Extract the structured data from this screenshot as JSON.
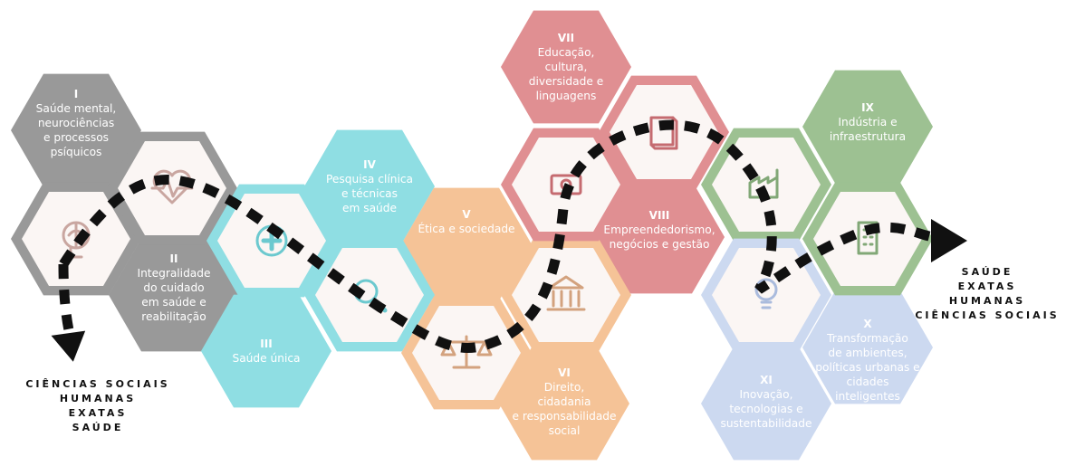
{
  "colors": {
    "gray": "#999999",
    "cyan": "#8fdee3",
    "peach": "#f5c397",
    "red": "#e08f92",
    "green": "#9dc192",
    "blue": "#ccd9f0",
    "inner": "#fbf6f4",
    "path": "#111111",
    "icon": "#c98982"
  },
  "areas": [
    {
      "id": "I",
      "lines": [
        "Saúde mental,",
        "neurociências",
        "e processos",
        "psíquicos"
      ]
    },
    {
      "id": "II",
      "lines": [
        "Integralidade",
        "do cuidado",
        "em saúde e",
        "reabilitação"
      ]
    },
    {
      "id": "III",
      "lines": [
        "Saúde única"
      ]
    },
    {
      "id": "IV",
      "lines": [
        "Pesquisa clínica",
        "e técnicas",
        "em saúde"
      ]
    },
    {
      "id": "V",
      "lines": [
        "Ética e sociedade"
      ]
    },
    {
      "id": "VI",
      "lines": [
        "Direito,",
        "cidadania",
        "e responsabilidade",
        "social"
      ]
    },
    {
      "id": "VII",
      "lines": [
        "Educação,",
        "cultura,",
        "diversidade e",
        "linguagens"
      ]
    },
    {
      "id": "VIII",
      "lines": [
        "Empreendedorismo,",
        "negócios e gestão"
      ]
    },
    {
      "id": "IX",
      "lines": [
        "Indústria e",
        "infraestrutura"
      ]
    },
    {
      "id": "X",
      "lines": [
        "Transformação",
        "de ambientes,",
        "políticas urbanas e",
        "cidades",
        "inteligentes"
      ]
    },
    {
      "id": "XI",
      "lines": [
        "Inovação,",
        "tecnologias e",
        "sustentabilidade"
      ]
    }
  ],
  "icons": [
    "brain-icon",
    "heartbeat-icon",
    "plus-icon",
    "magnifier-icon",
    "scales-icon",
    "courthouse-icon",
    "money-icon",
    "book-icon",
    "factory-icon",
    "building-icon",
    "lightbulb-icon"
  ],
  "left_labels": [
    "CIÊNCIAS SOCIAIS",
    "HUMANAS",
    "EXATAS",
    "SAÚDE"
  ],
  "right_labels": [
    "SAÚDE",
    "EXATAS",
    "HUMANAS",
    "CIÊNCIAS SOCIAIS"
  ]
}
